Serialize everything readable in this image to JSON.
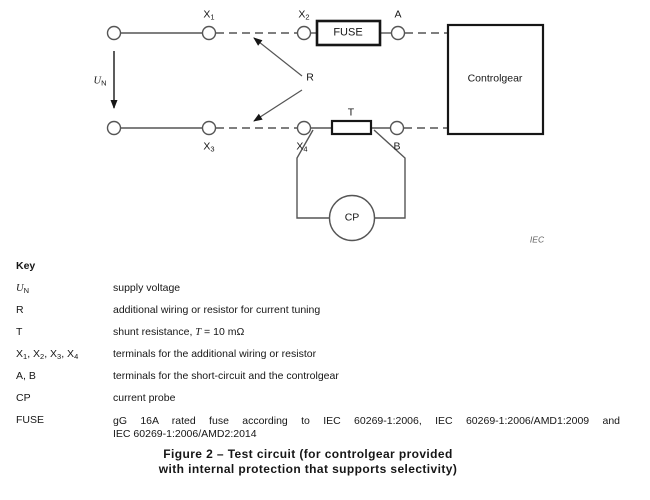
{
  "diagram": {
    "terminal_labels": {
      "x1": [
        {
          "x": "X"
        },
        {
          "x": "1",
          "sub": true
        }
      ],
      "x2": [
        {
          "x": "X"
        },
        {
          "x": "2",
          "sub": true
        }
      ],
      "x3": [
        {
          "x": "X"
        },
        {
          "x": "3",
          "sub": true
        }
      ],
      "x4": [
        {
          "x": "X"
        },
        {
          "x": "4",
          "sub": true
        }
      ],
      "a": "A",
      "b": "B"
    },
    "supply_voltage_label": [
      {
        "x": "U",
        "i": true,
        "serif": true
      },
      {
        "x": "N",
        "sub": true
      }
    ],
    "resistor_label": "R",
    "shunt_label": "T",
    "fuse_box_label": "FUSE",
    "controlgear_box_label": "Controlgear",
    "current_probe_label": "CP",
    "iec_mark": "IEC",
    "colors": {
      "wire": "#555555",
      "component_outline": "#161616",
      "arrow": "#161616"
    }
  },
  "key": {
    "heading": "Key",
    "rows": [
      {
        "term": [
          {
            "x": "U",
            "i": true,
            "serif": true
          },
          {
            "x": "N",
            "sub": true
          }
        ],
        "desc": [
          {
            "x": "supply voltage"
          }
        ]
      },
      {
        "term": [
          {
            "x": "R"
          }
        ],
        "desc": [
          {
            "x": "additional wiring or resistor for current tuning"
          }
        ]
      },
      {
        "term": [
          {
            "x": "T"
          }
        ],
        "desc": [
          {
            "x": "shunt resistance, "
          },
          {
            "x": "T",
            "i": true,
            "serif": true
          },
          {
            "x": " = 10 mΩ"
          }
        ]
      },
      {
        "term": [
          {
            "x": "X"
          },
          {
            "x": "1",
            "sub": true
          },
          {
            "x": ", X"
          },
          {
            "x": "2",
            "sub": true
          },
          {
            "x": ", X"
          },
          {
            "x": "3",
            "sub": true
          },
          {
            "x": ", X"
          },
          {
            "x": "4",
            "sub": true
          }
        ],
        "desc": [
          {
            "x": "terminals for the additional wiring or resistor"
          }
        ]
      },
      {
        "term": [
          {
            "x": "A, B"
          }
        ],
        "desc": [
          {
            "x": "terminals for the short-circuit and the controlgear"
          }
        ]
      },
      {
        "term": [
          {
            "x": "CP"
          }
        ],
        "desc": [
          {
            "x": "current probe"
          }
        ]
      },
      {
        "term": [
          {
            "x": "FUSE"
          }
        ],
        "desc_lines": [
          "gG 16A rated fuse according to IEC 60269-1:2006, IEC 60269-1:2006/AMD1:2009 and",
          "IEC 60269-1:2006/AMD2:2014"
        ]
      }
    ]
  },
  "caption": {
    "line1": "Figure 2 – Test circuit (for controlgear provided",
    "line2": "with internal protection that supports selectivity)"
  }
}
